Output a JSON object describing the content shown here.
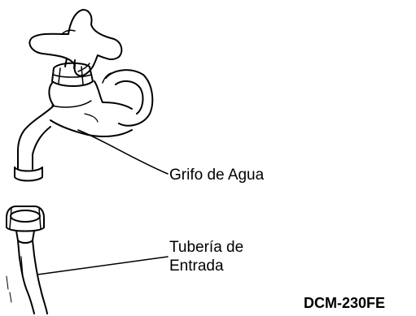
{
  "labels": {
    "faucet": "Grifo de Agua",
    "hose_line1": "Tubería de",
    "hose_line2": "Entrada"
  },
  "model_code": "DCM-230FE",
  "colors": {
    "ink": "#000000",
    "background": "#ffffff"
  }
}
